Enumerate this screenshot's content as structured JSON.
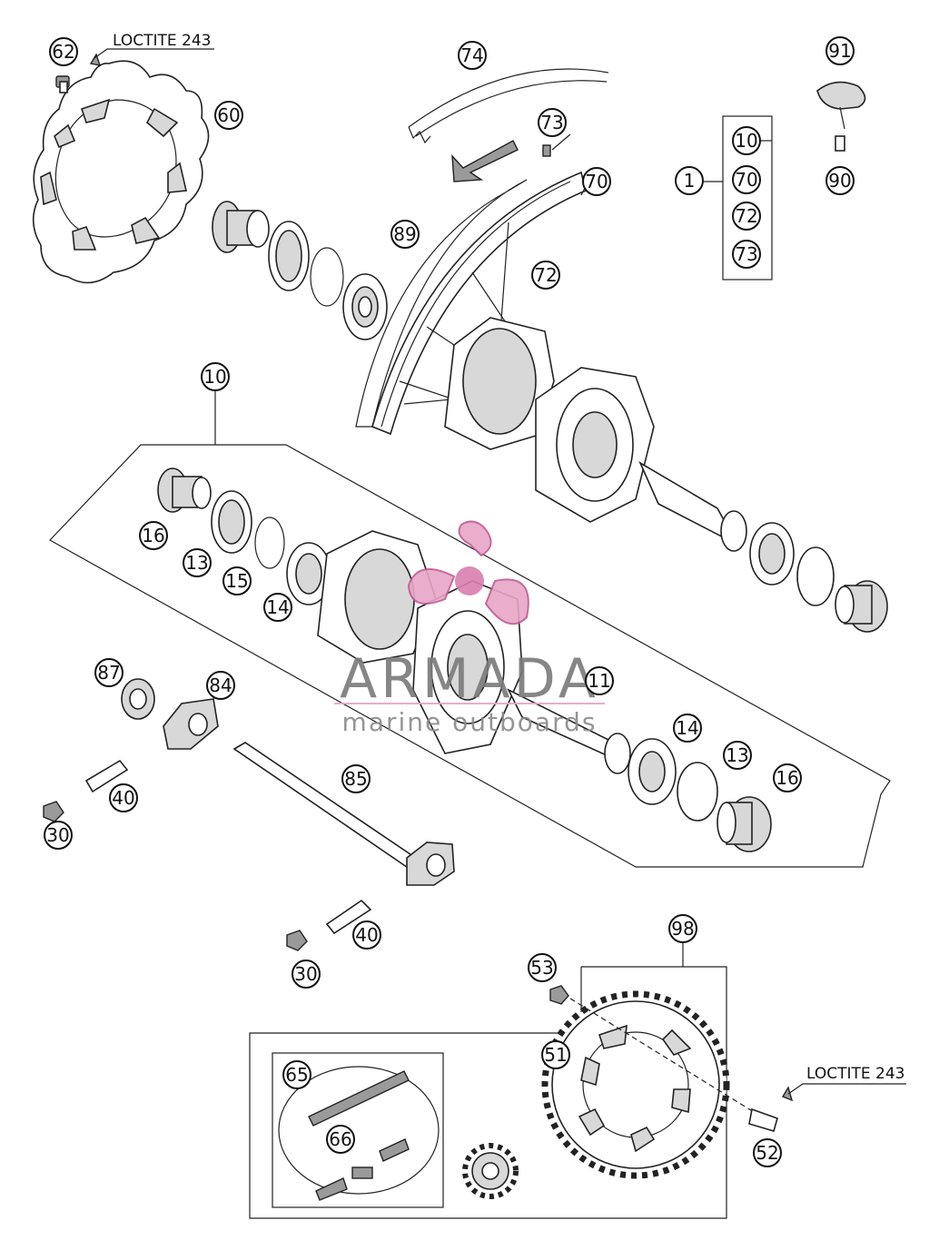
{
  "callouts": [
    {
      "id": "c62",
      "label": "62"
    },
    {
      "id": "c60",
      "label": "60"
    },
    {
      "id": "c74",
      "label": "74"
    },
    {
      "id": "c73a",
      "label": "73"
    },
    {
      "id": "c70a",
      "label": "70"
    },
    {
      "id": "c89",
      "label": "89"
    },
    {
      "id": "c72a",
      "label": "72"
    },
    {
      "id": "c91",
      "label": "91"
    },
    {
      "id": "c90",
      "label": "90"
    },
    {
      "id": "c1",
      "label": "1"
    },
    {
      "id": "k10",
      "label": "10"
    },
    {
      "id": "k70",
      "label": "70"
    },
    {
      "id": "k72",
      "label": "72"
    },
    {
      "id": "k73",
      "label": "73"
    },
    {
      "id": "c10",
      "label": "10"
    },
    {
      "id": "c16a",
      "label": "16"
    },
    {
      "id": "c13a",
      "label": "13"
    },
    {
      "id": "c15",
      "label": "15"
    },
    {
      "id": "c14a",
      "label": "14"
    },
    {
      "id": "c11",
      "label": "11"
    },
    {
      "id": "c14b",
      "label": "14"
    },
    {
      "id": "c13b",
      "label": "13"
    },
    {
      "id": "c16b",
      "label": "16"
    },
    {
      "id": "c87",
      "label": "87"
    },
    {
      "id": "c84",
      "label": "84"
    },
    {
      "id": "c40a",
      "label": "40"
    },
    {
      "id": "c30a",
      "label": "30"
    },
    {
      "id": "c85",
      "label": "85"
    },
    {
      "id": "c40b",
      "label": "40"
    },
    {
      "id": "c30b",
      "label": "30"
    },
    {
      "id": "c98",
      "label": "98"
    },
    {
      "id": "c53",
      "label": "53"
    },
    {
      "id": "c51",
      "label": "51"
    },
    {
      "id": "c65",
      "label": "65"
    },
    {
      "id": "c66",
      "label": "66"
    },
    {
      "id": "c52",
      "label": "52"
    }
  ],
  "notes": {
    "loctite_top": "LOCTITE 243",
    "loctite_bottom": "LOCTITE 243"
  },
  "watermark": {
    "brand": "ARMADA",
    "tagline": "marine outboards",
    "colors": {
      "petal": "#e7a6c6",
      "center": "#d97fb0",
      "outline": "#c05a92"
    }
  }
}
